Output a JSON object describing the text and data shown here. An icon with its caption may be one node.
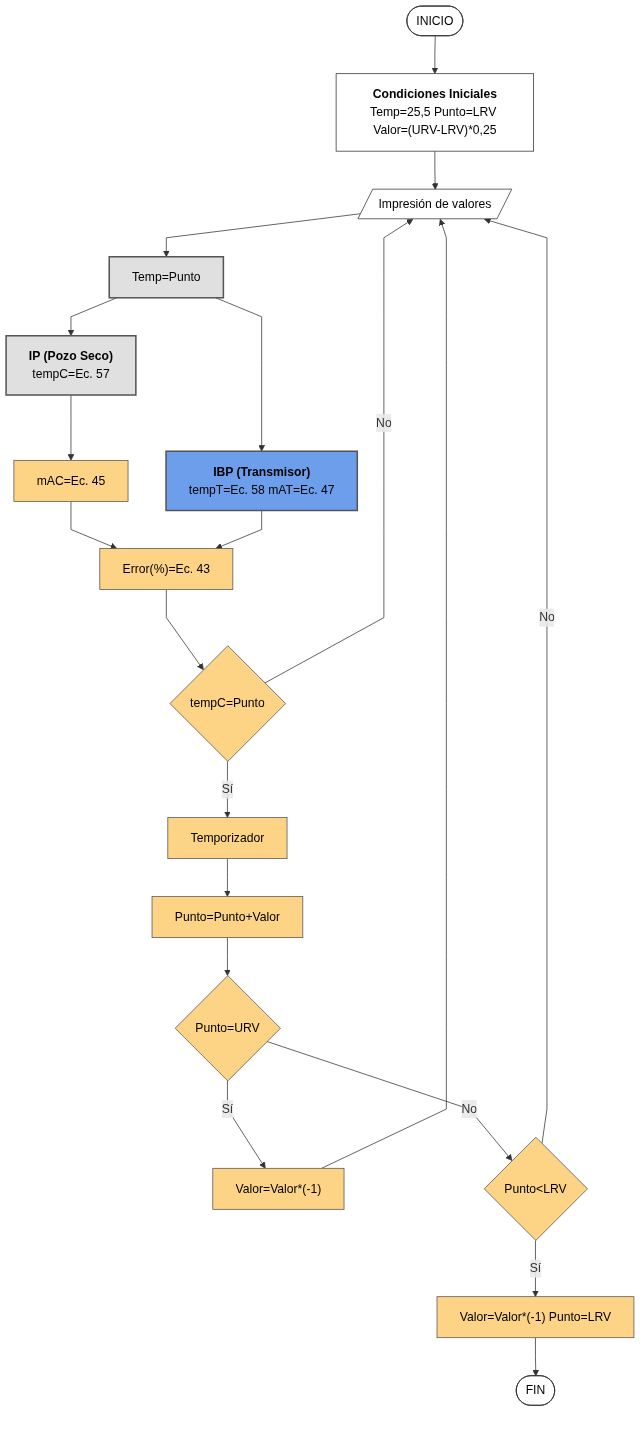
{
  "diagram": {
    "nodes": [
      {
        "text": [
          "INICIO"
        ]
      },
      {
        "text": [
          "Condiciones Iniciales",
          "Temp=25,5 Punto=LRV Valor=(URV-LRV)*0,25"
        ]
      },
      {
        "text": [
          "Impresión de valores"
        ]
      },
      {
        "text": [
          "Temp=Punto"
        ]
      },
      {
        "text": [
          "IP (Pozo Seco)",
          "tempC=Ec. 57"
        ]
      },
      {
        "text": [
          "IBP (Transmisor)",
          "tempT=Ec. 58 mAT=Ec. 47"
        ]
      },
      {
        "text": [
          "mAC=Ec. 45"
        ]
      },
      {
        "text": [
          "Error(%)=Ec. 43"
        ]
      },
      {
        "text": [
          "tempC=Punto"
        ]
      },
      {
        "text": [
          "Temporizador"
        ]
      },
      {
        "text": [
          "Punto=Punto+Valor"
        ]
      },
      {
        "text": [
          "Punto=URV"
        ]
      },
      {
        "text": [
          "Valor=Valor*(-1)"
        ]
      },
      {
        "text": [
          "Punto<LRV"
        ]
      },
      {
        "text": [
          "Valor=Valor*(-1) Punto=LRV"
        ]
      },
      {
        "text": [
          "FIN"
        ]
      }
    ],
    "edges": [
      {
        "from": 0,
        "to": 1,
        "arrow": "to"
      },
      {
        "from": 1,
        "to": 2,
        "arrow": "to"
      },
      {
        "from": 2,
        "to": 3,
        "arrow": "to"
      },
      {
        "from": 3,
        "to": 4,
        "arrow": "to"
      },
      {
        "from": 3,
        "to": 5,
        "arrow": "to"
      },
      {
        "from": 4,
        "to": 6,
        "arrow": "to"
      },
      {
        "from": 6,
        "to": 7,
        "arrow": "to"
      },
      {
        "from": 5,
        "to": 7,
        "arrow": "to"
      },
      {
        "from": 7,
        "to": 8,
        "arrow": "to"
      },
      {
        "from": 8,
        "to": 2,
        "label": "No",
        "arrow": "to"
      },
      {
        "from": 8,
        "to": 9,
        "label": "Sí",
        "arrow": "to"
      },
      {
        "from": 9,
        "to": 10,
        "arrow": "to"
      },
      {
        "from": 10,
        "to": 11,
        "arrow": "to"
      },
      {
        "from": 11,
        "to": 12,
        "label": "Sí",
        "arrow": "to"
      },
      {
        "from": 12,
        "to": 2,
        "arrow": "to"
      },
      {
        "from": 11,
        "to": 13,
        "label": "No",
        "arrow": "to"
      },
      {
        "from": 13,
        "to": 2,
        "label": "No",
        "arrow": "to"
      },
      {
        "from": 13,
        "to": 14,
        "label": "Sí",
        "arrow": "to"
      },
      {
        "from": 14,
        "to": 15,
        "arrow": "to"
      }
    ]
  }
}
